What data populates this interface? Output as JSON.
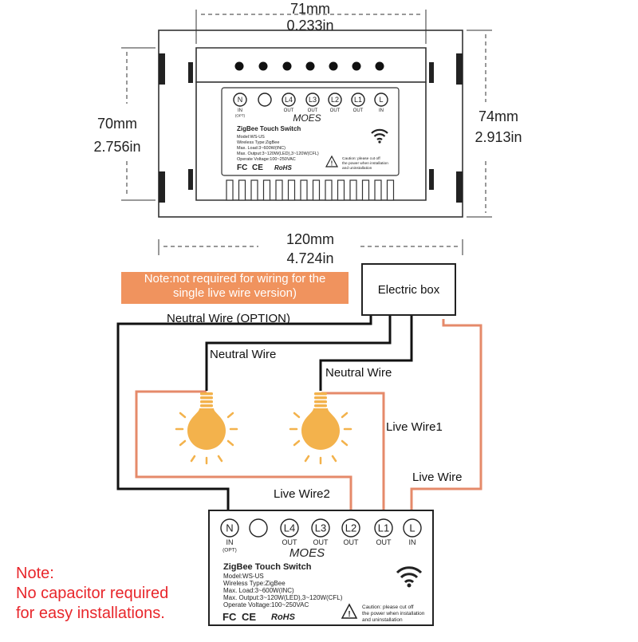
{
  "dimensions": {
    "width_mm": "71mm",
    "width_in": "0.233in",
    "height_left_mm": "70mm",
    "height_left_in": "2.756in",
    "height_right_mm": "74mm",
    "height_right_in": "2.913in",
    "total_width_mm": "120mm",
    "total_width_in": "4.724in"
  },
  "labels": {
    "note_orange": [
      "Note:not required for wiring for the",
      "single live wire version)"
    ],
    "electric_box": "Electric box",
    "neutral_option": "Neutral Wire (OPTION)",
    "neutral_wire_1": "Neutral Wire",
    "neutral_wire_2": "Neutral Wire",
    "live_wire1": "Live Wire1",
    "live_wire": "Live Wire",
    "live_wire2": "Live Wire2"
  },
  "device": {
    "brand": "MOES",
    "title": "ZigBee Touch Switch",
    "model": "Model:WS-US",
    "wireless": "Wireless Type:ZigBee",
    "max_load": "Max. Load:3~600W(INC)",
    "max_output": "Max. Output:3~120W(LED),3~120W(CFL)",
    "voltage": "Operate Voltage:100~250VAC",
    "caution": [
      "Caution: please cut off",
      "the power when installation",
      "and uninstallation"
    ],
    "certs": [
      "FC",
      "CE",
      "RoHS"
    ],
    "terminals": [
      {
        "symbol": "N",
        "sub": "IN",
        "sub2": "(OPT)"
      },
      {
        "symbol": "",
        "sub": "",
        "sub2": ""
      },
      {
        "symbol": "L4",
        "sub": "OUT",
        "sub2": ""
      },
      {
        "symbol": "L3",
        "sub": "OUT",
        "sub2": ""
      },
      {
        "symbol": "L2",
        "sub": "OUT",
        "sub2": ""
      },
      {
        "symbol": "L1",
        "sub": "OUT",
        "sub2": ""
      },
      {
        "symbol": "L",
        "sub": "IN",
        "sub2": ""
      }
    ]
  },
  "note_red": [
    "Note:",
    "No capacitor required",
    "for easy installations."
  ],
  "icons": [
    "wifi-icon",
    "bulb-icon",
    "warning-icon"
  ],
  "colors": {
    "live": "#e58a6a",
    "neutral": "#111111",
    "bulb": "#f3b24c",
    "note_orange_bg": "#f0935e",
    "note_red": "#e8262b"
  }
}
